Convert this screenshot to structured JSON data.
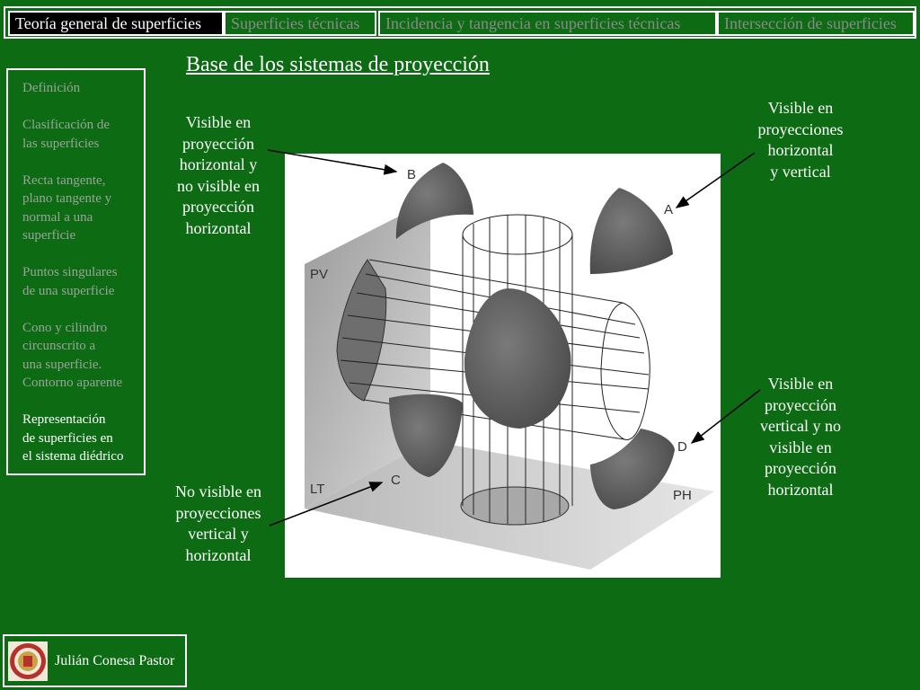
{
  "tabs": [
    {
      "label": "Teoría general de superficies"
    },
    {
      "label": "Superficies técnicas"
    },
    {
      "label": "Incidencia y tangencia en superficies técnicas"
    },
    {
      "label": "Intersección de superficies"
    }
  ],
  "title": "Base de los sistemas de proyección",
  "menu": {
    "items": [
      {
        "label": "Definición"
      },
      {
        "label": "Clasificación de\nlas superficies"
      },
      {
        "label": "Recta tangente,\nplano tangente y\nnormal a una\nsuperficie"
      },
      {
        "label": "Puntos singulares\nde una superficie"
      },
      {
        "label": "Cono y cilindro\ncircunscrito a\nuna superficie.\nContorno aparente"
      },
      {
        "label": "Representación\nde superficies en\nel sistema diédrico"
      }
    ]
  },
  "labels": {
    "b": "Visible en\nproyección\nhorizontal y\nno visible en\nproyección\nhorizontal",
    "a": "Visible en\nproyecciones\nhorizontal\ny vertical",
    "d": "Visible en\nproyección\nvertical y no\nvisible en\nproyección\nhorizontal",
    "c": "No visible en\nproyecciones\nvertical y\nhorizontal"
  },
  "figure": {
    "markers": {
      "a": "A",
      "b": "B",
      "c": "C",
      "d": "D"
    },
    "planes": {
      "pv": "PV",
      "ph": "PH",
      "lt": "LT"
    }
  },
  "footer": {
    "author": "Julián Conesa Pastor"
  },
  "colors": {
    "background": "#0d6b14",
    "active_tab": "#000000",
    "inactive_text": "#8a8a8a"
  }
}
